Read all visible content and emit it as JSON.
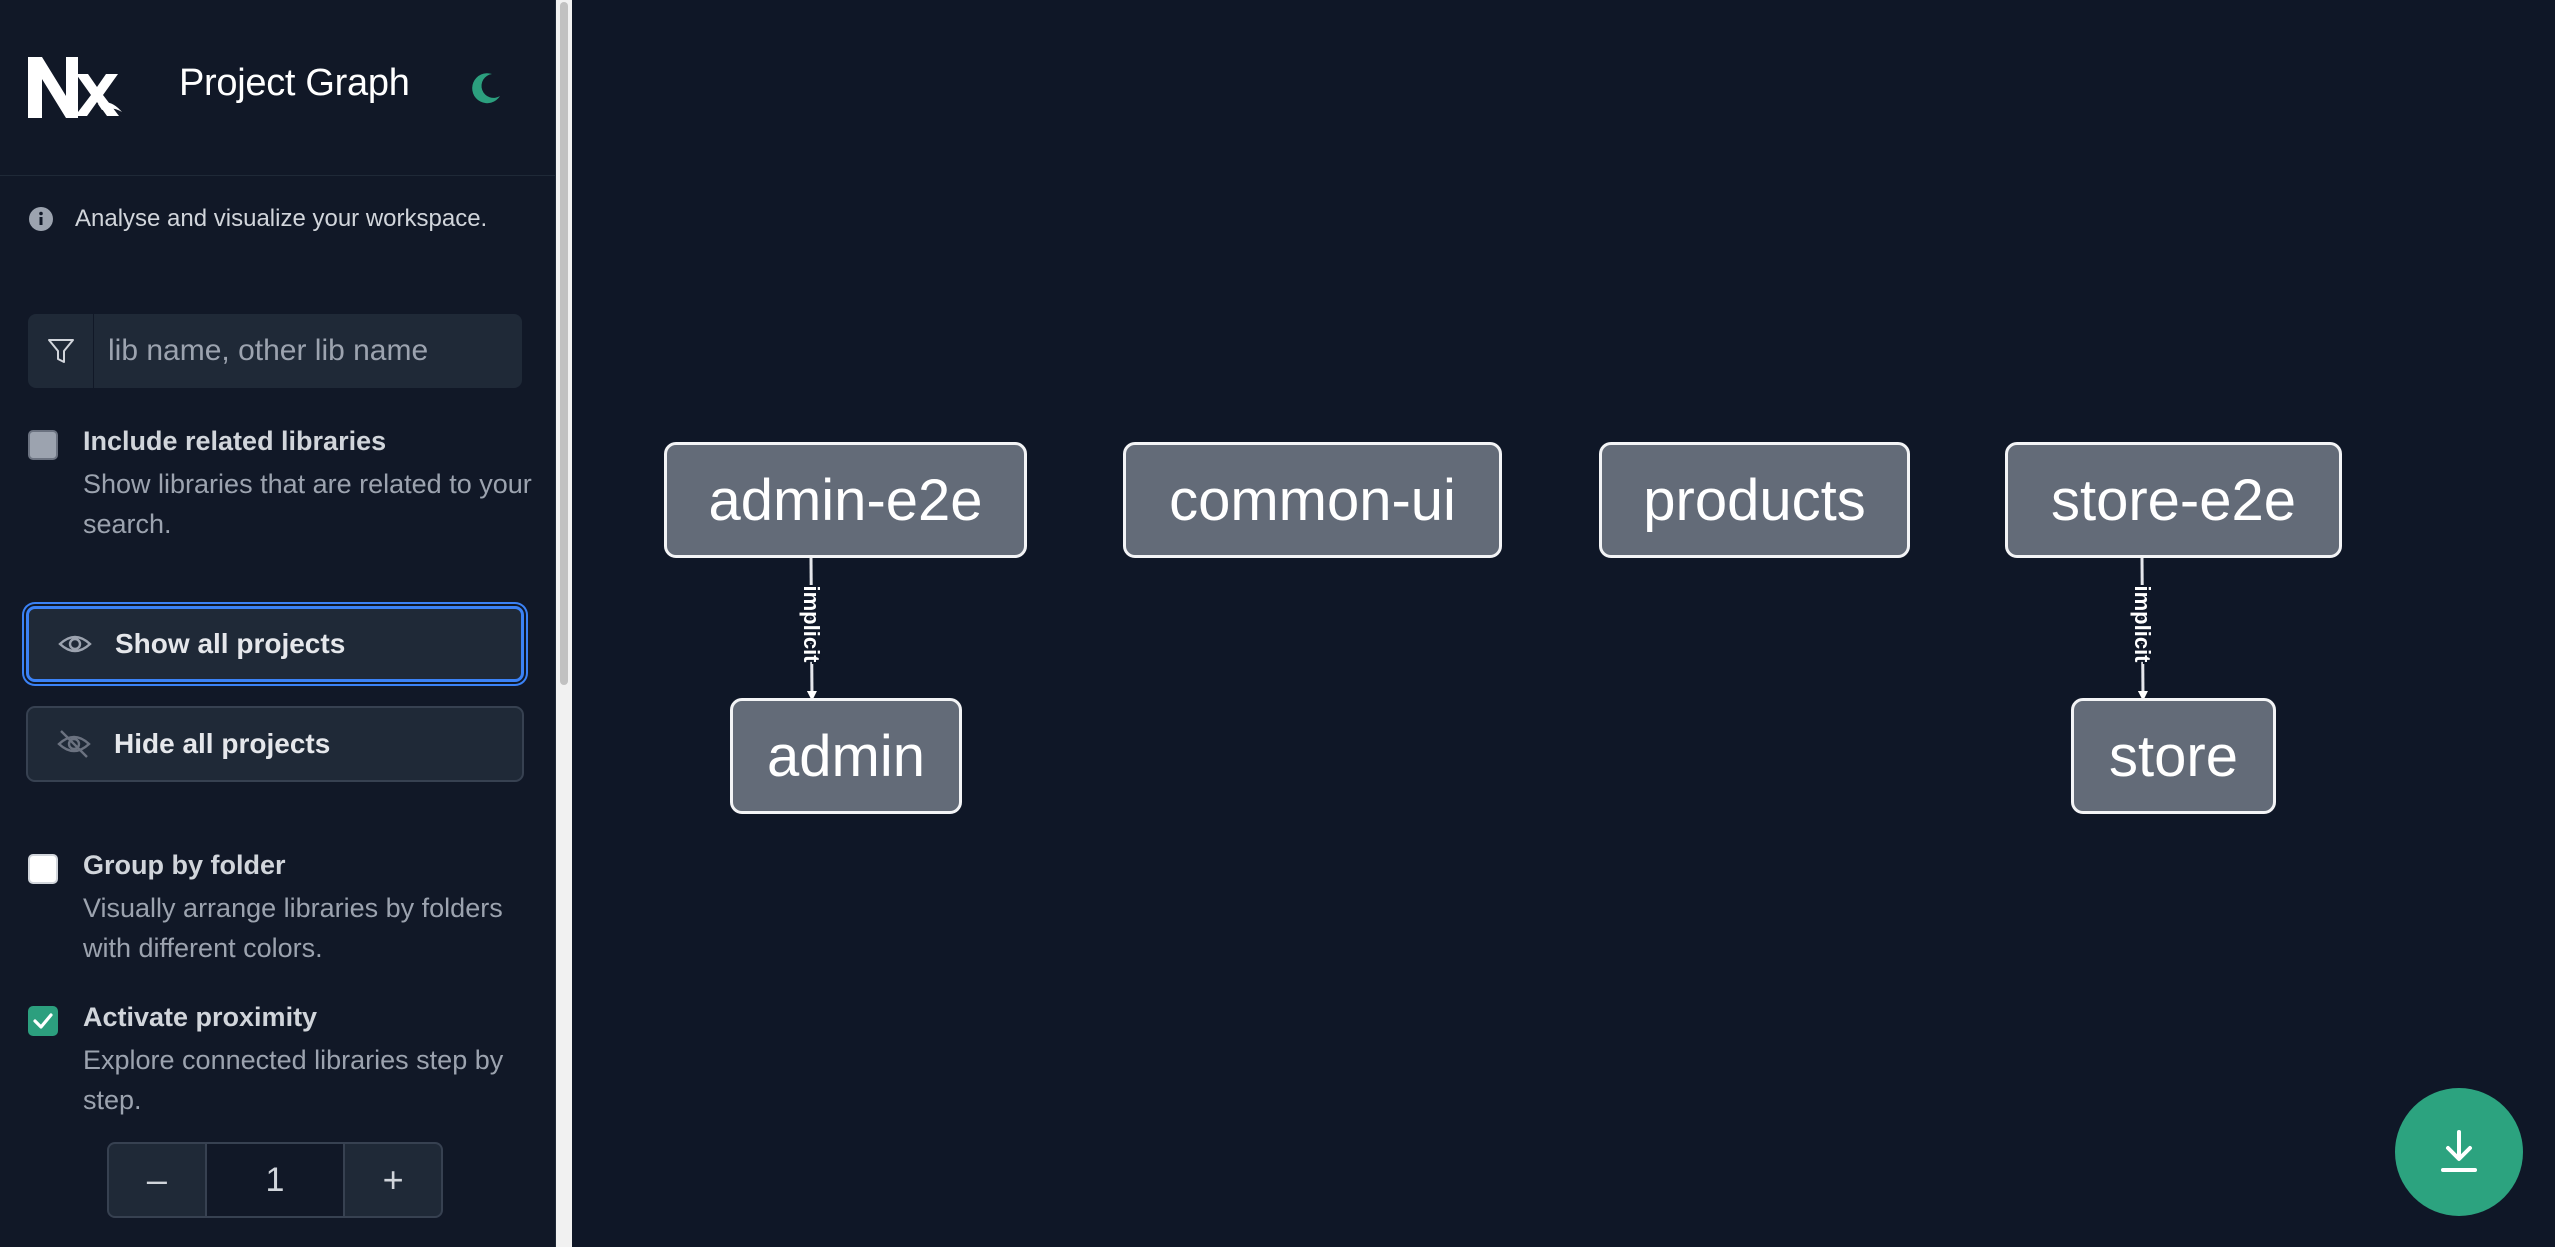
{
  "app": {
    "title": "Project Graph",
    "accent_color": "#2c9f7e",
    "logo_icon": "nx-logo",
    "theme_icon": "moon-icon"
  },
  "sidebar": {
    "info_text": "Analyse and visualize your workspace.",
    "filter": {
      "value": "",
      "placeholder": "lib name, other lib name",
      "icon": "filter-icon"
    },
    "include_related": {
      "label": "Include related libraries",
      "description": "Show libraries that are related to your search.",
      "checked": false,
      "disabled": true
    },
    "show_all_label": "Show all projects",
    "hide_all_label": "Hide all projects",
    "group_by_folder": {
      "label": "Group by folder",
      "description": "Visually arrange libraries by folders with different colors.",
      "checked": false
    },
    "proximity": {
      "label": "Activate proximity",
      "description": "Explore connected libraries step by step.",
      "checked": true
    },
    "stepper": {
      "decrement": "–",
      "value": "1",
      "increment": "+"
    }
  },
  "graph": {
    "nodes": [
      {
        "id": "admin-e2e",
        "label": "admin-e2e"
      },
      {
        "id": "common-ui",
        "label": "common-ui"
      },
      {
        "id": "products",
        "label": "products"
      },
      {
        "id": "store-e2e",
        "label": "store-e2e"
      },
      {
        "id": "admin",
        "label": "admin"
      },
      {
        "id": "store",
        "label": "store"
      }
    ],
    "edges": [
      {
        "from": "admin-e2e",
        "to": "admin",
        "label": "implicit"
      },
      {
        "from": "store-e2e",
        "to": "store",
        "label": "implicit"
      }
    ]
  },
  "download": {
    "icon": "download-icon"
  }
}
